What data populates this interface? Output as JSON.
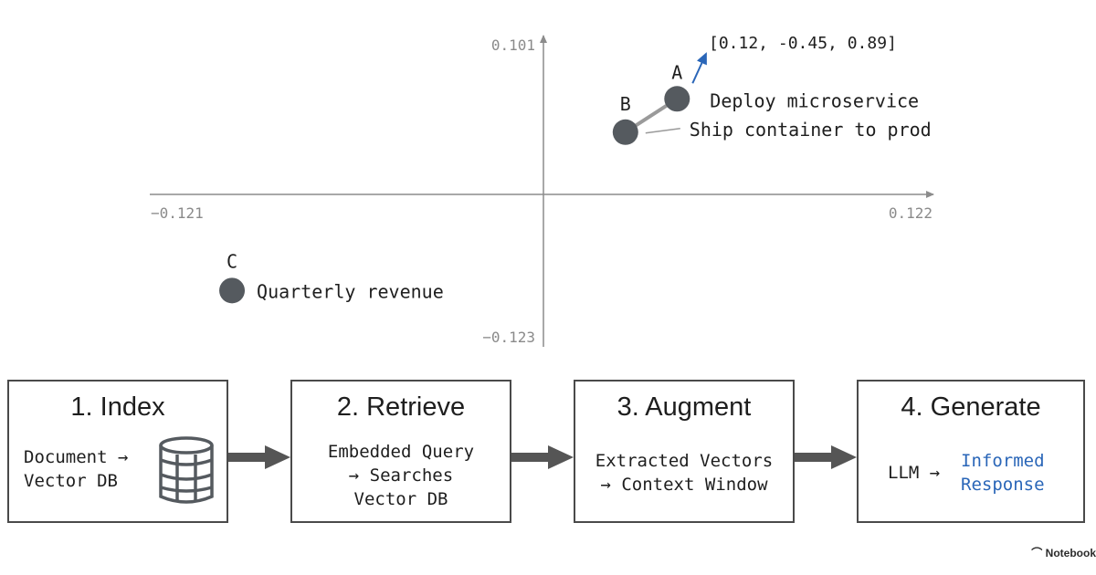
{
  "chart_data": {
    "type": "scatter",
    "xlim": [
      -0.121,
      0.122
    ],
    "ylim": [
      -0.123,
      0.101
    ],
    "x_tick_labels": [
      "−0.121",
      "0.122"
    ],
    "y_tick_labels": [
      "0.101",
      "−0.123"
    ],
    "points": [
      {
        "label": "A",
        "text": "Deploy microservice",
        "x": 0.0425,
        "y": 0.0555
      },
      {
        "label": "B",
        "text": "Ship container to prod",
        "x": 0.0265,
        "y": 0.0315
      },
      {
        "label": "C",
        "text": "Quarterly revenue",
        "x": -0.0955,
        "y": -0.0825
      }
    ],
    "vector_annotation": "[0.12, -0.45, 0.89]"
  },
  "pipeline": {
    "steps": [
      {
        "title": "1. Index",
        "lines": [
          "Document →",
          "Vector DB"
        ]
      },
      {
        "title": "2. Retrieve",
        "lines": [
          "Embedded Query",
          "→ Searches",
          "Vector DB"
        ]
      },
      {
        "title": "3. Augment",
        "lines": [
          "Extracted Vectors",
          "→ Context Window"
        ]
      },
      {
        "title": "4. Generate",
        "prefix": "LLM →",
        "highlight_lines": [
          "Informed",
          "Response"
        ]
      }
    ]
  },
  "watermark": "Notebook",
  "colors": {
    "axis": "#8c8c8c",
    "point": "#555a5f",
    "accent": "#2a66b8",
    "box_border": "#4a4a4a",
    "connector": "#555555"
  },
  "icons": {
    "database": "database-icon"
  }
}
